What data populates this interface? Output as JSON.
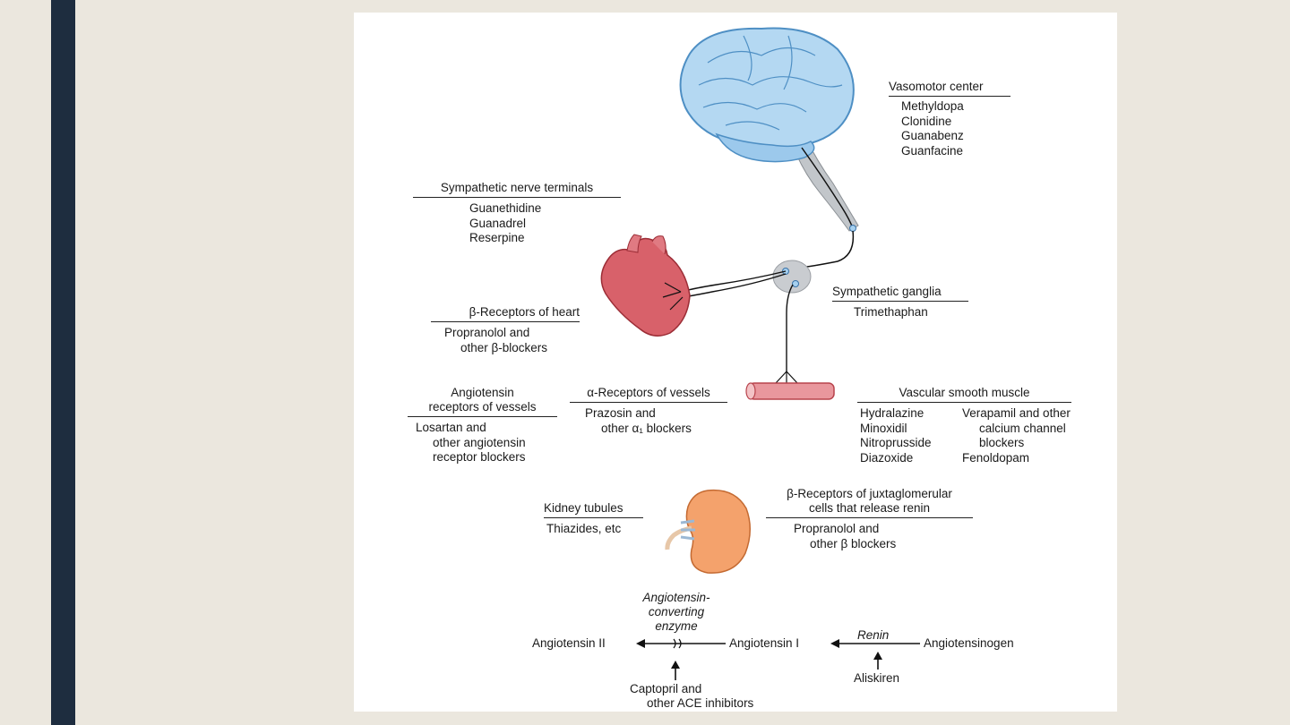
{
  "diagram": {
    "vasomotor": {
      "title": "Vasomotor center",
      "drugs": [
        "Methyldopa",
        "Clonidine",
        "Guanabenz",
        "Guanfacine"
      ]
    },
    "sympathetic_terminals": {
      "title": "Sympathetic nerve terminals",
      "drugs": [
        "Guanethidine",
        "Guanadrel",
        "Reserpine"
      ]
    },
    "sympathetic_ganglia": {
      "title": "Sympathetic ganglia",
      "drugs": [
        "Trimethaphan"
      ]
    },
    "beta_heart": {
      "title": "β-Receptors of heart",
      "drug_line1": "Propranolol and",
      "drug_line2": "other β-blockers"
    },
    "angiotensin_receptors": {
      "title_line1": "Angiotensin",
      "title_line2": "receptors of vessels",
      "drug_line1": "Losartan and",
      "drug_line2": "other angiotensin",
      "drug_line3": "receptor blockers"
    },
    "alpha_vessels": {
      "title": "α-Receptors of vessels",
      "drug_line1": "Prazosin and",
      "drug_line2": "other α₁ blockers"
    },
    "vascular_smooth": {
      "title": "Vascular smooth muscle",
      "col1": [
        "Hydralazine",
        "Minoxidil",
        "Nitroprusside",
        "Diazoxide"
      ],
      "col2_line1": "Verapamil and other",
      "col2_line2": "calcium channel",
      "col2_line3": "blockers",
      "col2_line4": "Fenoldopam"
    },
    "kidney_tubules": {
      "title": "Kidney tubules",
      "drugs": [
        "Thiazides, etc"
      ]
    },
    "beta_jg": {
      "title_line1": "β-Receptors of juxtaglomerular",
      "title_line2": "cells that release renin",
      "drug_line1": "Propranolol and",
      "drug_line2": "other β blockers"
    },
    "raas": {
      "ace_line1": "Angiotensin-",
      "ace_line2": "converting",
      "ace_line3": "enzyme",
      "angiotensin_ii": "Angiotensin II",
      "angiotensin_i": "Angiotensin I",
      "renin": "Renin",
      "angiotensinogen": "Angiotensinogen",
      "ace_inhib_line1": "Captopril and",
      "ace_inhib_line2": "other ACE inhibitors",
      "aliskiren": "Aliskiren"
    }
  }
}
